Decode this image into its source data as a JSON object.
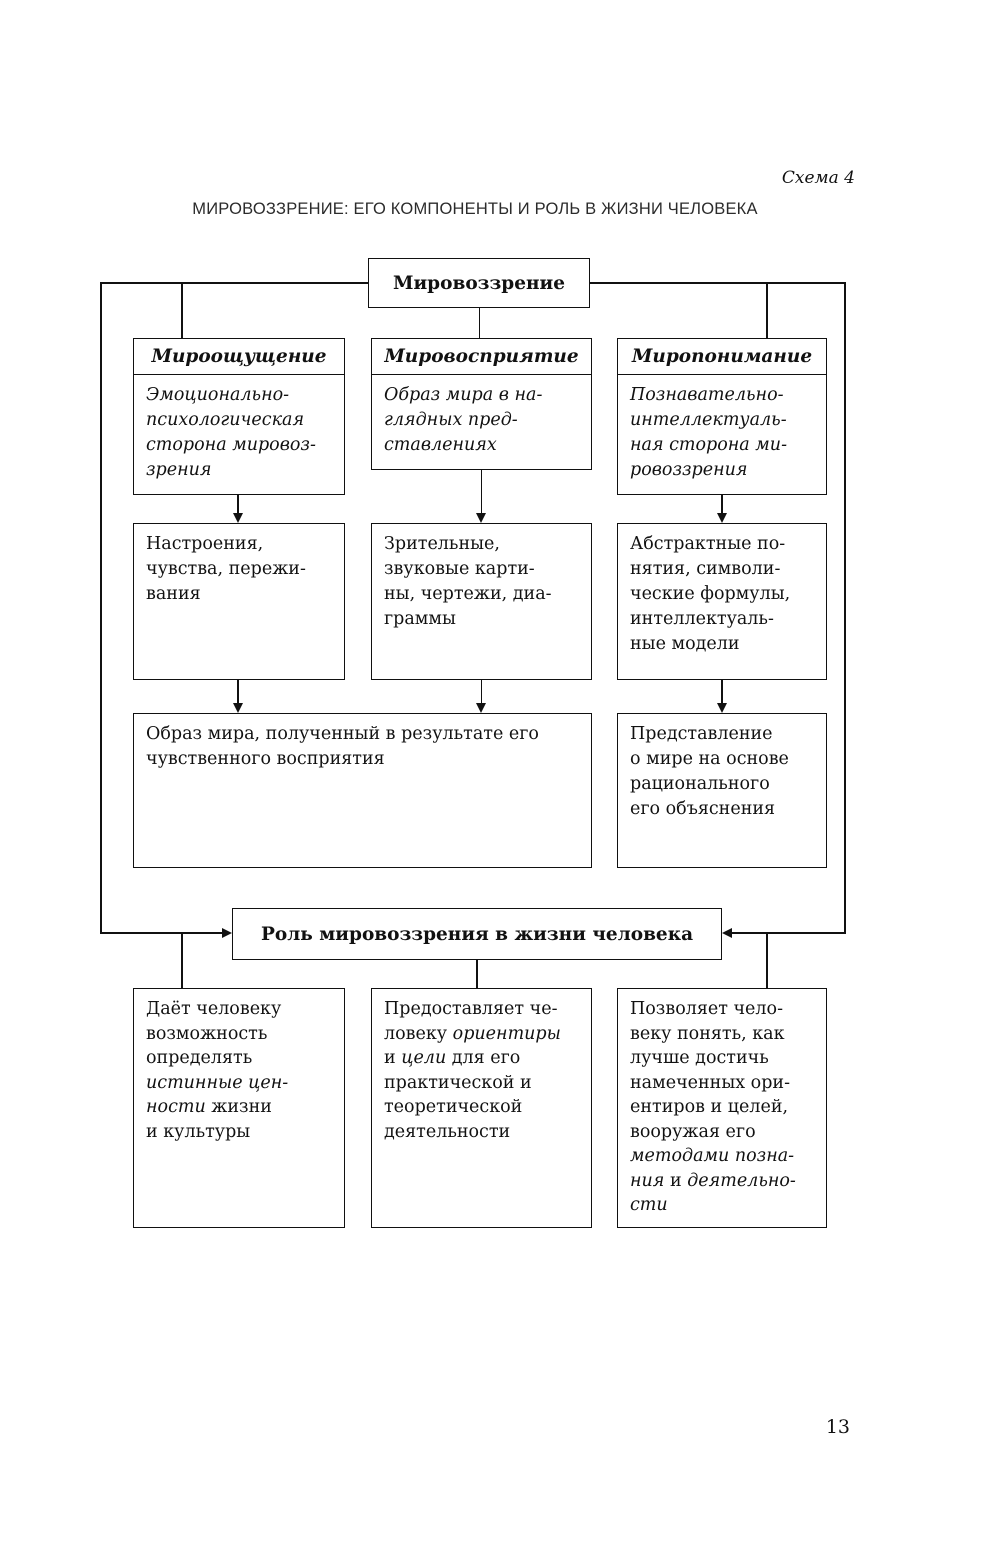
{
  "page": {
    "schema_label": "Схема 4",
    "title": "МИРОВОЗЗРЕНИЕ: ЕГО КОМПОНЕНТЫ И РОЛЬ В ЖИЗНИ ЧЕЛОВЕКА",
    "page_number": "13"
  },
  "colors": {
    "ink": "#111111",
    "background": "#ffffff"
  },
  "diagram": {
    "root": "Мировоззрение",
    "branches": [
      {
        "header": "Мироощущение",
        "description": "Эмоционально-\nпсихологическая\nсторона мировоз-\nзрения",
        "manifestation": "Настроения,\nчувства, пережи-\nвания"
      },
      {
        "header": "Мировосприятие",
        "description": "Образ мира в на-\nглядных пред-\nставлениях",
        "manifestation": "Зрительные,\nзвуковые карти-\nны, чертежи, диа-\nграммы"
      },
      {
        "header": "Миропонимание",
        "description": "Познавательно-\nинтеллектуаль-\nная сторона ми-\nровоззрения",
        "manifestation": "Абстрактные по-\nнятия, символи-\nческие формулы,\nинтеллектуаль-\nные модели"
      }
    ],
    "result_sensory": "Образ мира, полученный в результате его\nчувственного восприятия",
    "result_rational": "Представление\nо мире на основе\nрационального\nего объяснения",
    "role_title": "Роль мировоззрения в жизни человека",
    "role_items": [
      [
        {
          "t": "Даёт человеку\nвозможность\nопределять\n"
        },
        {
          "t": "истинные цен-\nности",
          "i": true
        },
        {
          "t": " жизни\nи культуры"
        }
      ],
      [
        {
          "t": "Предоставляет че-\nловеку "
        },
        {
          "t": "ориентиры",
          "i": true
        },
        {
          "t": "\nи "
        },
        {
          "t": "цели",
          "i": true
        },
        {
          "t": " для его\nпрактической и\nтеоретической\nдеятельности"
        }
      ],
      [
        {
          "t": "Позволяет чело-\nвеку понять, как\nлучше достичь\nнамеченных ори-\nентиров и целей,\nвооружая его\n"
        },
        {
          "t": "методами позна-\nния",
          "i": true
        },
        {
          "t": " и "
        },
        {
          "t": "деятельно-\nсти",
          "i": true
        }
      ]
    ]
  }
}
